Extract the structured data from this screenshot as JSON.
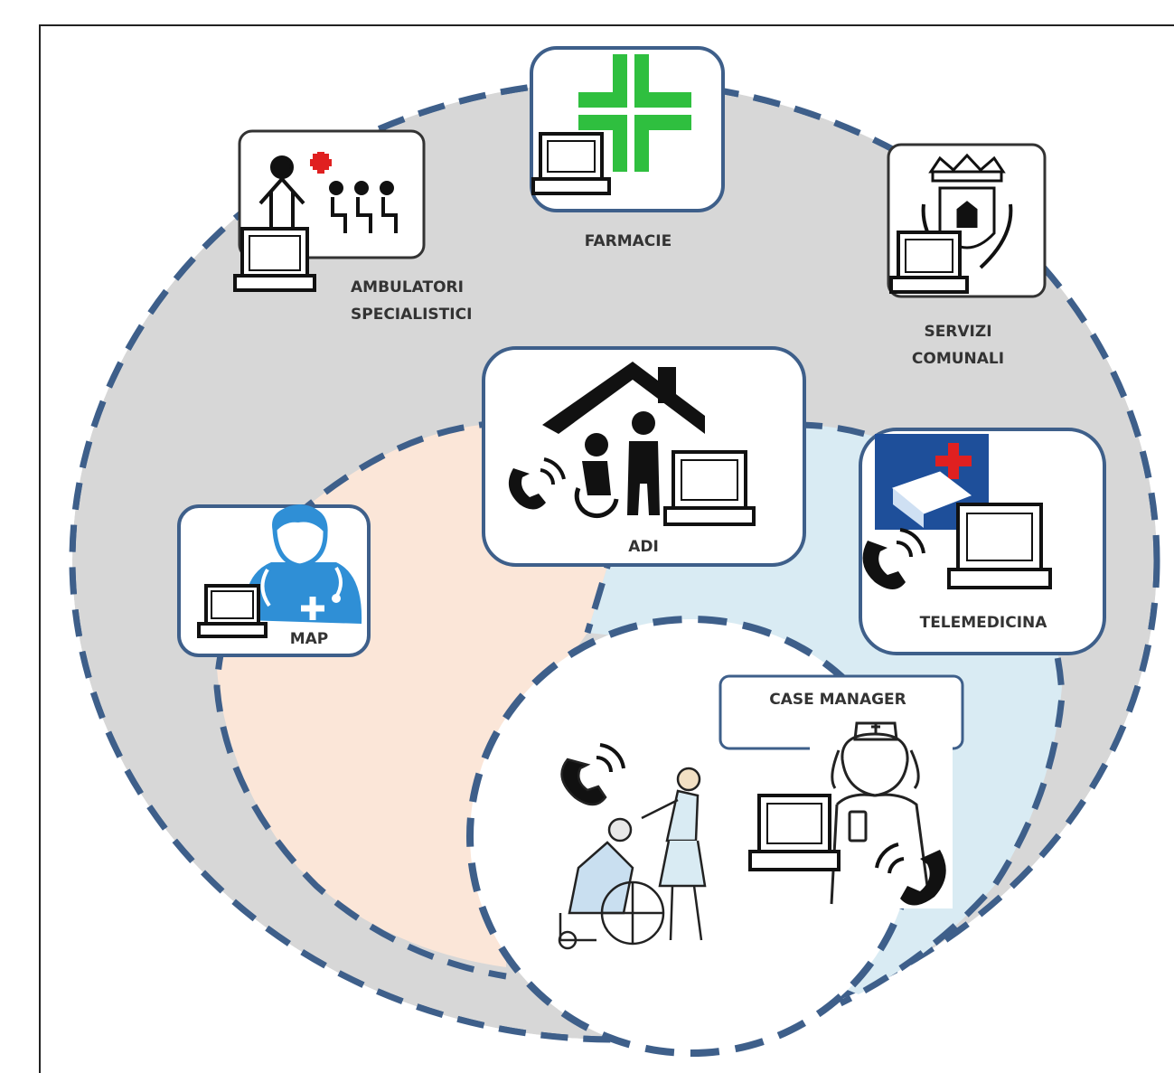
{
  "labels": {
    "farmacie": "FARMACIE",
    "ambulatori_line1": "AMBULATORI",
    "ambulatori_line2": "SPECIALISTICI",
    "servizi_line1": "SERVIZI",
    "servizi_line2": "COMUNALI",
    "adi": "ADI",
    "map": "MAP",
    "telemedicina": "TELEMEDICINA",
    "case_manager": "CASE MANAGER"
  },
  "colors": {
    "outer_fill": "#d7d7d7",
    "left_fill": "#fbe6d8",
    "right_fill": "#d9ebf3",
    "dash_stroke": "#3e5f8a",
    "box_stroke": "#3e5f8a",
    "pharmacy_green": "#2fbf3f",
    "red_cross": "#e02020",
    "doctor_blue": "#2f8fd6",
    "bed_sign_blue": "#1e4f9a"
  },
  "icons": {
    "farmacie": "pharmacy-cross-icon",
    "ambulatori": "clinic-waiting-room-icon",
    "servizi": "municipal-crest-icon",
    "adi": "home-care-icon",
    "map": "doctor-icon",
    "telemedicina": "hospital-bed-icon",
    "case_manager": "nurse-icon",
    "patient": "wheelchair-patient-icon"
  }
}
